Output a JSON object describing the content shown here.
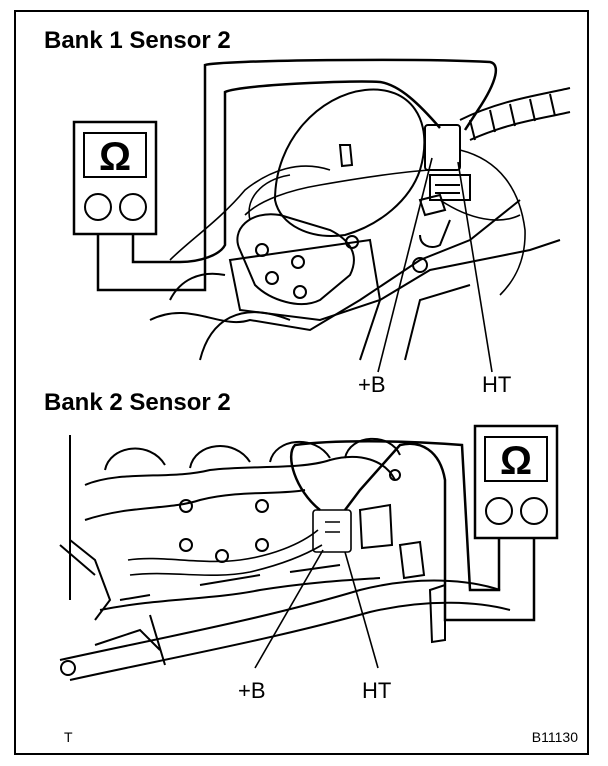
{
  "bank1": {
    "title": "Bank 1 Sensor 2",
    "meter_symbol": "Ω",
    "terminal_b": "+B",
    "terminal_ht": "HT"
  },
  "bank2": {
    "title": "Bank 2 Sensor 2",
    "meter_symbol": "Ω",
    "terminal_b": "+B",
    "terminal_ht": "HT"
  },
  "footer": {
    "left_mark": "T",
    "figure_code": "B11130"
  },
  "colors": {
    "ink": "#000000",
    "paper": "#ffffff"
  }
}
